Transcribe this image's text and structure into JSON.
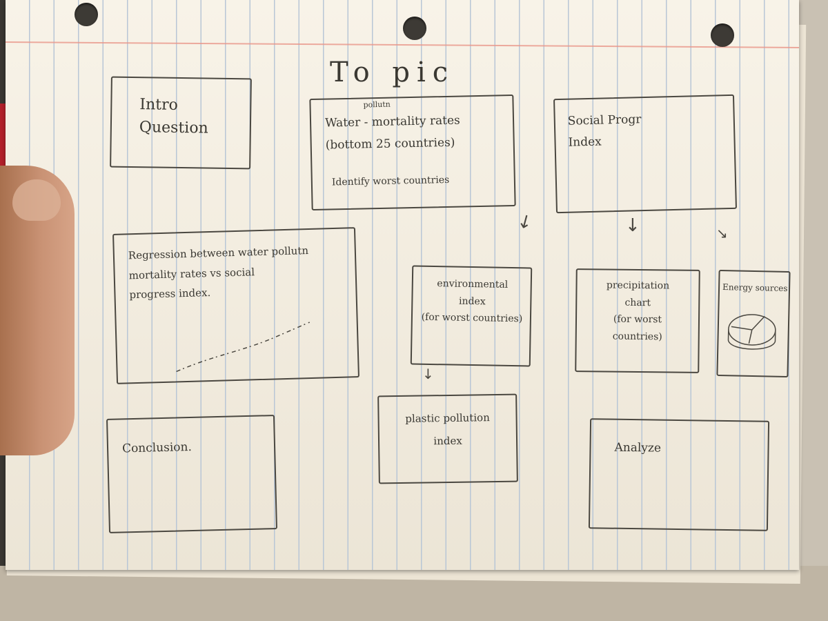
{
  "title": "To pic",
  "boxes": {
    "intro": "Intro\nQuestion",
    "water_small": "pollutn",
    "water_main": "Water - mortality rates\n(bottom 25 countries)",
    "water_identify": "Identify worst countries",
    "social": "Social Progr\nIndex",
    "regression": "Regression between water pollutn\nmortality rates vs social\nprogress index.",
    "environment": "environmental\nindex\n(for worst countries)",
    "precipitation": "precipitation\nchart\n(for worst\ncountries)",
    "energy": "Energy sources",
    "plastic": "plastic pollution\nindex",
    "conclusion": "Conclusion.",
    "analyze": "Analyze"
  }
}
